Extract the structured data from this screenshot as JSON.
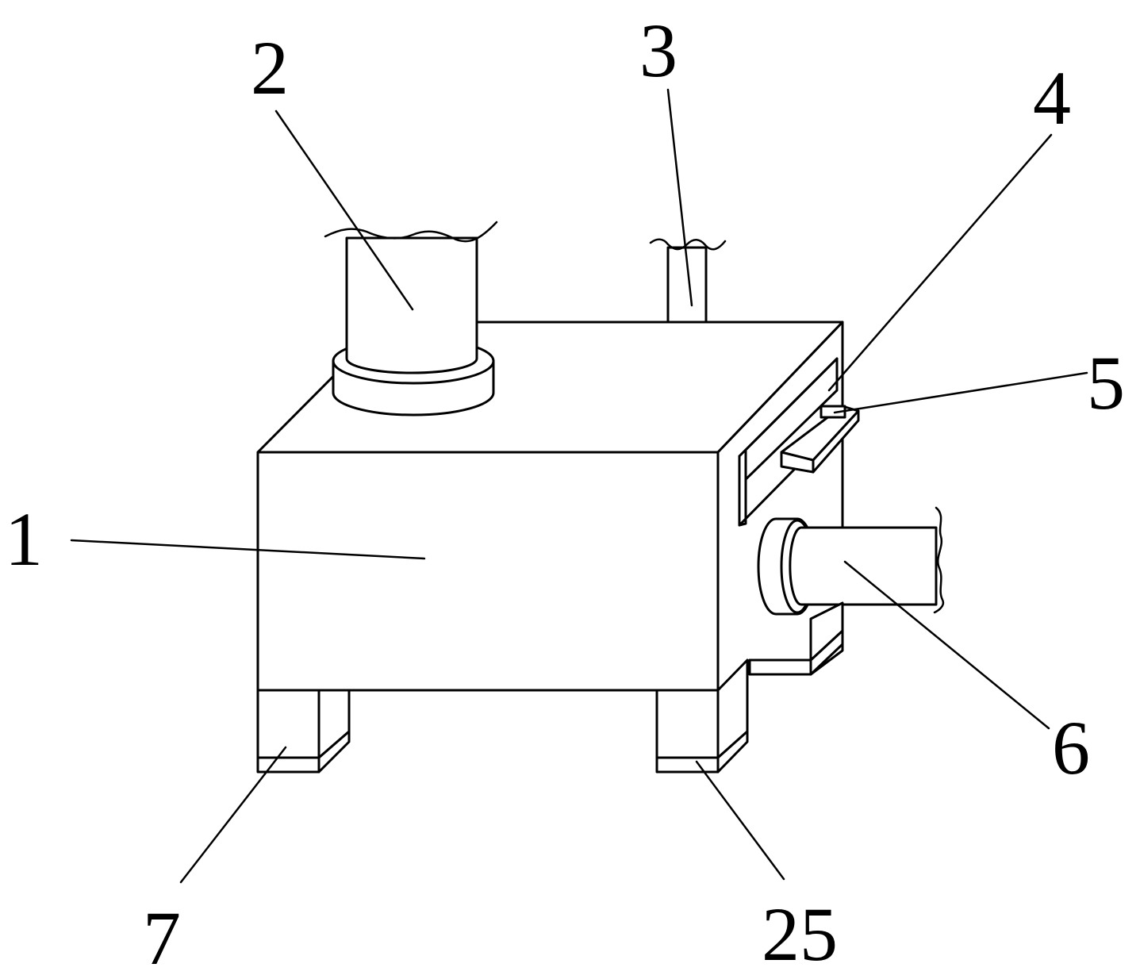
{
  "labels": {
    "l1": "1",
    "l2": "2",
    "l3": "3",
    "l4": "4",
    "l5": "5",
    "l6": "6",
    "l7": "7",
    "l25": "25"
  },
  "colors": {
    "line": "#000000",
    "background": "#ffffff"
  }
}
